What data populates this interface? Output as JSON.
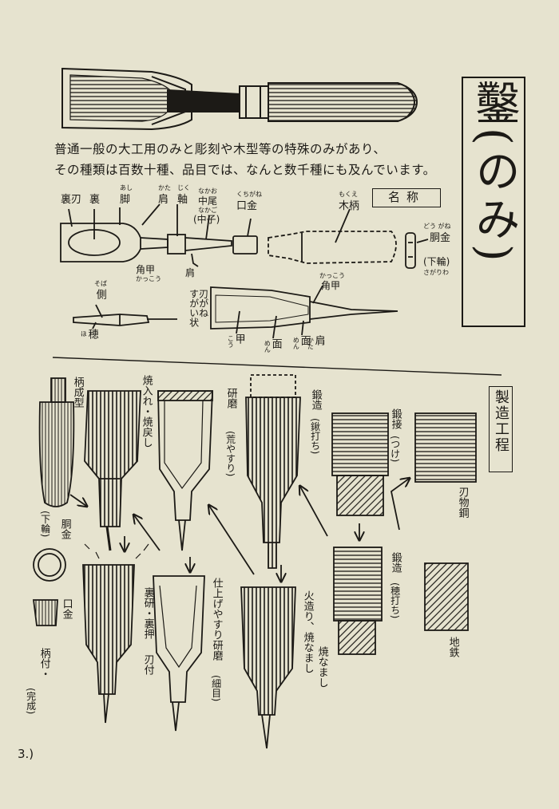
{
  "title": "鑿(のみ)",
  "intro": {
    "line1": "普通一般の大工用のみと彫刻や木型等の特殊のみがあり、",
    "line2": "その種類は百数十種、品目では、なんと数千種にも及んでいます。"
  },
  "names_section": {
    "heading": "名称",
    "labels": {
      "urahame": "裏刃",
      "ura": "裏",
      "ashi_ruby": "あし",
      "ashi": "脚",
      "kata_ruby": "かた",
      "kata": "肩",
      "jiku_ruby": "じく",
      "jiku": "軸",
      "nakago_ruby": "なかお",
      "nakago": "中尾",
      "nakago_alt_ruby": "なかご",
      "nakago_alt": "(中子)",
      "kuchigane_ruby": "くちがね",
      "kuchigane": "口金",
      "mokue_ruby": "もくえ",
      "mokue": "木柄",
      "dougane_ruby": "どう がね",
      "dougane": "胴金",
      "sagariwa": "(下輪)",
      "sagariwa_ruby": "さがりわ",
      "kakou": "角甲",
      "kakou_ruby": "かっこう",
      "kakou2_ruby": "かっこう",
      "kakou2": "角甲",
      "kata2": "肩",
      "soba_ruby": "そば",
      "soba": "側",
      "ho": "穂",
      "ho_ruby": "ほ",
      "hagane_side": "刃がね",
      "hagane_sub": "すがい状",
      "kou": "甲",
      "kou_ruby": "こう",
      "men": "面",
      "men_ruby": "めん",
      "men2": "面",
      "men2_ruby": "めん",
      "kata3": "肩",
      "kata3_ruby": "かた"
    }
  },
  "process_section": {
    "heading": "製造工程",
    "steps": {
      "egata": "柄成型",
      "yakiire": "焼入れ・焼戻し",
      "kenma": "研磨",
      "kenma_sub": "(荒やすり)",
      "tanzo_kuwa": "鍛造",
      "tanzo_kuwa_sub": "(鍬打ち)",
      "tanse": "鍛接",
      "tanse_sub": "(つけ)",
      "hamonokou": "刃物鋼",
      "jigane": "地鉄",
      "tanzo_ho": "鍛造",
      "tanzo_ho_sub": "(穂打ち)",
      "dougane": "胴金",
      "sagariwa": "(下輪)",
      "kuchigane": "口金",
      "etsuke": "柄付・",
      "kansei": "(完成)",
      "uratogi": "裏研・裏押",
      "hatsuke": "刃付",
      "shiage": "仕上げやすり研磨",
      "shiage_sub": "(細目)",
      "hizukuri": "火造り、焼なまし",
      "arashiro": "焼なまし"
    }
  },
  "page_number": "3.)"
}
